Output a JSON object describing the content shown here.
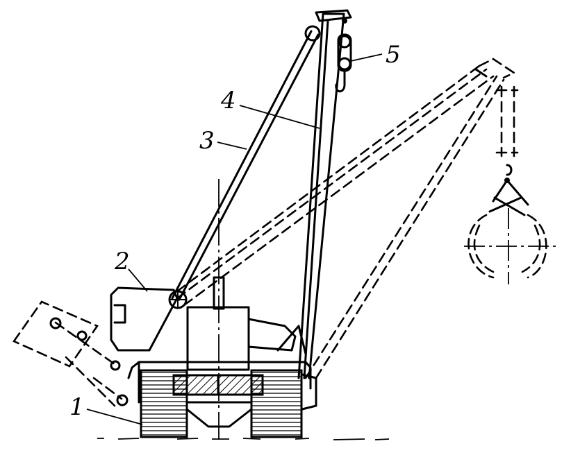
{
  "diagram": {
    "labels": [
      {
        "id": "1",
        "text": "1"
      },
      {
        "id": "2",
        "text": "2"
      },
      {
        "id": "3",
        "text": "3"
      },
      {
        "id": "4",
        "text": "4"
      },
      {
        "id": "5",
        "text": "5"
      }
    ]
  }
}
